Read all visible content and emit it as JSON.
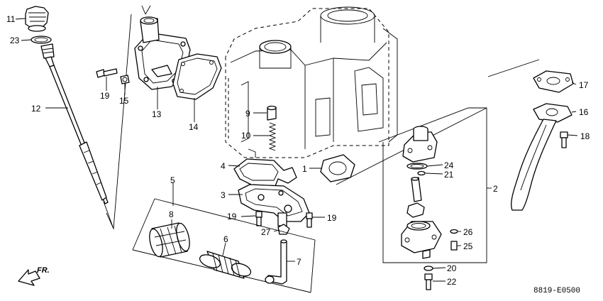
{
  "diagram": {
    "drawing_code": "8819-E0500",
    "direction_label": "FR.",
    "callouts": [
      "1",
      "2",
      "3",
      "4",
      "5",
      "6",
      "7",
      "8",
      "9",
      "10",
      "11",
      "12",
      "13",
      "14",
      "15",
      "16",
      "17",
      "18",
      "19",
      "19",
      "19",
      "20",
      "21",
      "22",
      "23",
      "24",
      "25",
      "26",
      "27"
    ]
  }
}
